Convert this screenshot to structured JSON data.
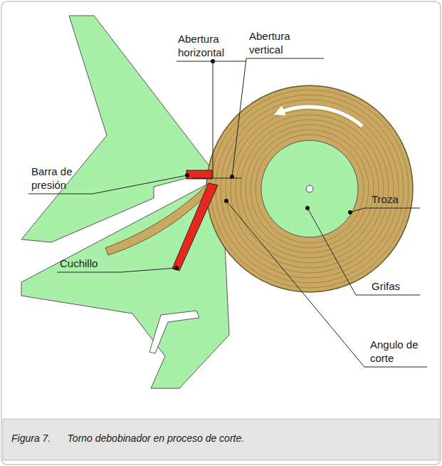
{
  "diagram": {
    "caption": "Figura 7.      Torno debobinador en proceso de corte.",
    "labels": [
      "Abertura horizontal",
      "Abertura vertical",
      "Barra de presión",
      "Troza",
      "Grifas",
      "Cuchillo",
      "Angulo de corte"
    ]
  }
}
